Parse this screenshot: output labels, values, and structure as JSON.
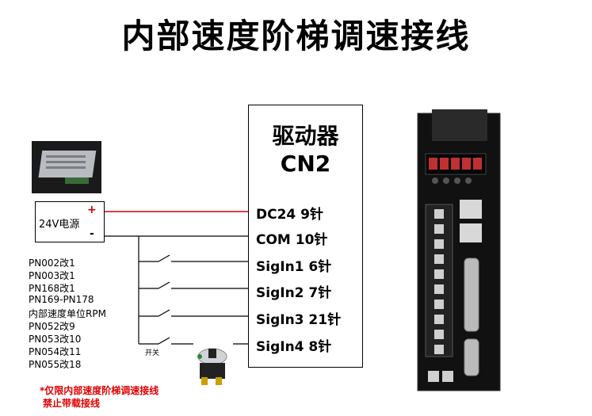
{
  "title": "内部速度阶梯调速接线",
  "driver": {
    "name": "驱动器",
    "port": "CN2",
    "pins": [
      {
        "label": "DC24  9针"
      },
      {
        "label": "COM  10针"
      },
      {
        "label": "SigIn1 6针"
      },
      {
        "label": "SigIn2 7针"
      },
      {
        "label": "SigIn3 21针"
      },
      {
        "label": "SigIn4 8针"
      }
    ]
  },
  "power_supply": {
    "label": "24V电源",
    "plus": "+",
    "minus": "-"
  },
  "parameters": [
    "PN002改1",
    "PN003改1",
    "PN168改1",
    "PN169-PN178",
    "内部速度单位RPM",
    "PN052改9",
    "PN053改10",
    "PN054改11",
    "PN055改18"
  ],
  "switch_label": "开关",
  "note": [
    "*仅限内部速度阶梯调速接线",
    "禁止带载接线"
  ],
  "colors": {
    "positive_wire": "#cc0000",
    "wire": "#000000",
    "note": "#e00000"
  }
}
